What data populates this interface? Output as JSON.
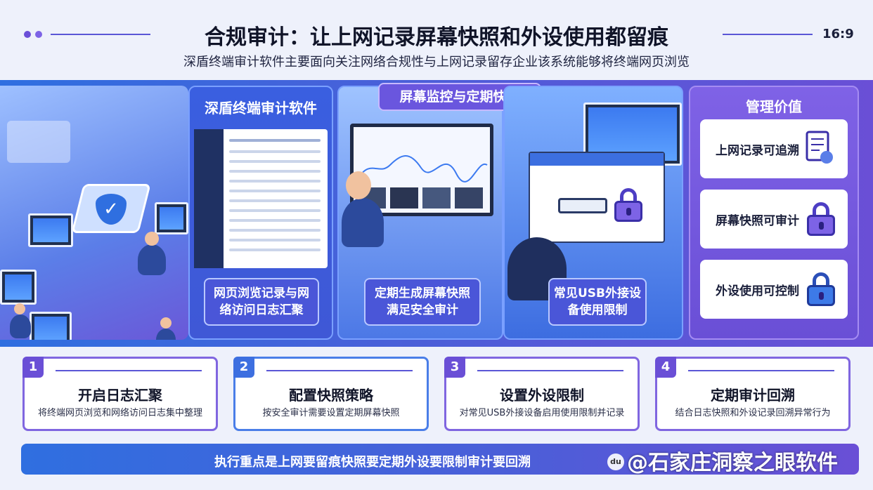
{
  "header": {
    "title": "合规审计：让上网记录屏幕快照和外设使用都留痕",
    "subtitle": "深盾终端审计软件主要面向关注网络合规性与上网记录留存企业该系统能够将终端网页浏览",
    "ratio": "16:9"
  },
  "panels": {
    "software": {
      "title": "深盾终端审计软件",
      "tag": "网页浏览记录与网络访问日志汇聚"
    },
    "screen": {
      "title": "屏幕监控与定期快照",
      "tag": "定期生成屏幕快照满足安全审计"
    },
    "usb": {
      "tag": "常见USB外接设备使用限制"
    },
    "value": {
      "title": "管理价值",
      "items": [
        {
          "label": "上网记录可追溯",
          "icon": "document-check-icon"
        },
        {
          "label": "屏幕快照可审计",
          "icon": "lock-icon"
        },
        {
          "label": "外设使用可控制",
          "icon": "lock-icon"
        }
      ]
    }
  },
  "steps": [
    {
      "num": "1",
      "title": "开启日志汇聚",
      "desc": "将终端网页浏览和网络访问日志集中整理"
    },
    {
      "num": "2",
      "title": "配置快照策略",
      "desc": "按安全审计需要设置定期屏幕快照"
    },
    {
      "num": "3",
      "title": "设置外设限制",
      "desc": "对常见USB外接设备启用使用限制并记录"
    },
    {
      "num": "4",
      "title": "定期审计回溯",
      "desc": "结合日志快照和外设记录回溯异常行为"
    }
  ],
  "footer": {
    "text": "执行重点是上网要留痕快照要定期外设要限制审计要回溯"
  },
  "watermark": {
    "text": "@石家庄洞察之眼软件",
    "icon": "du"
  },
  "colors": {
    "accent_blue": "#2f6fe0",
    "accent_purple": "#6a4fd6"
  }
}
